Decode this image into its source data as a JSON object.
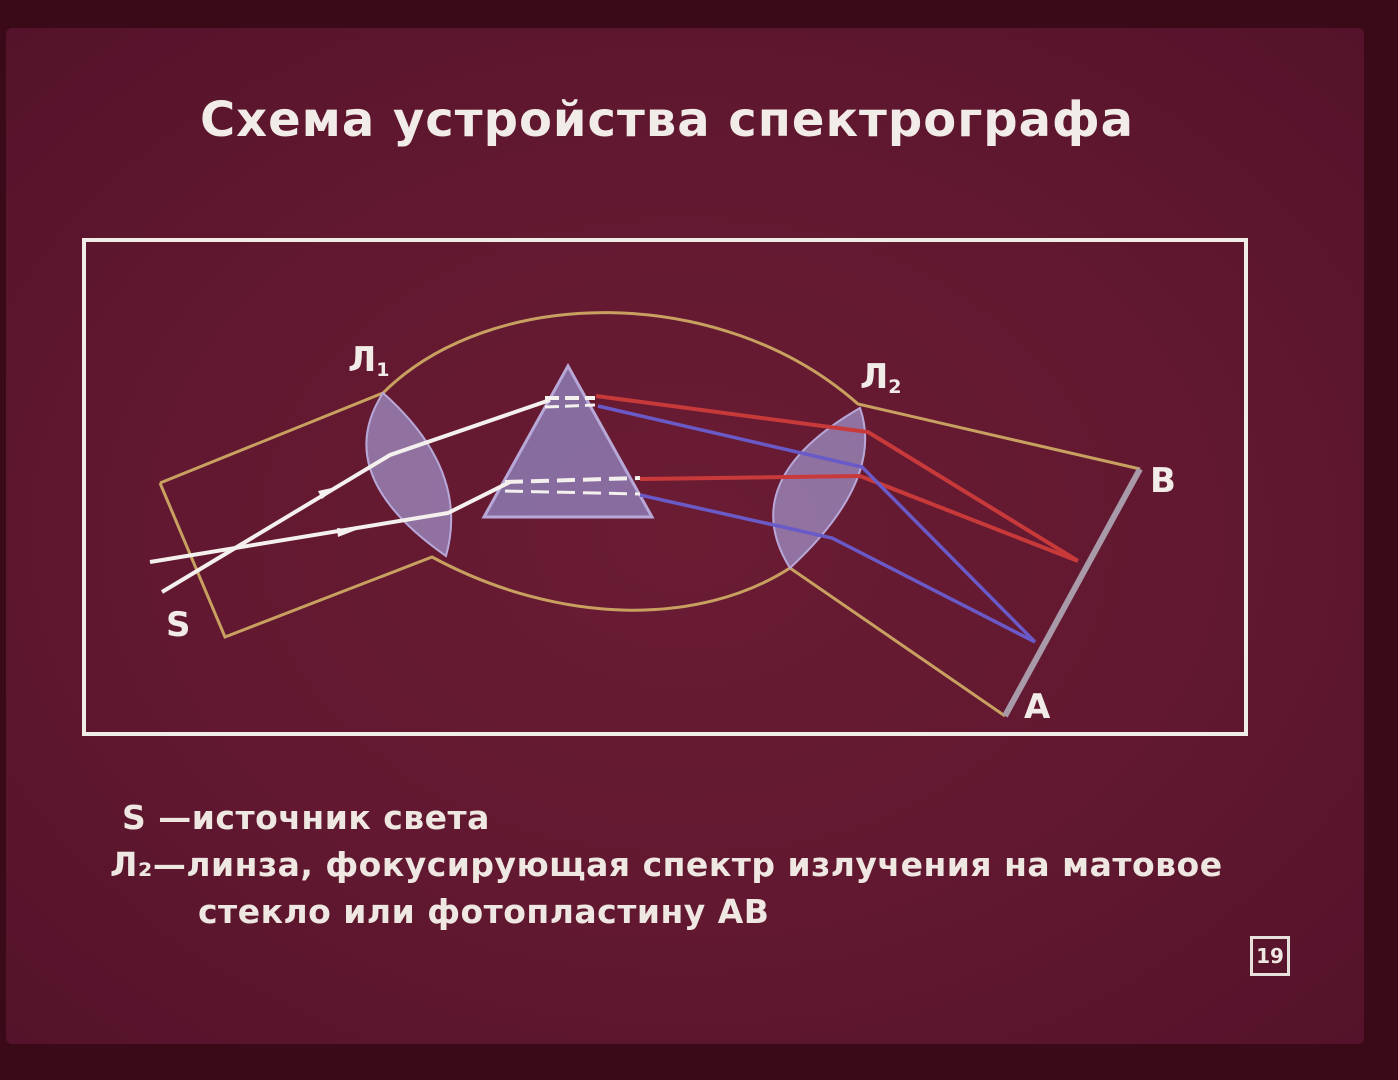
{
  "title": "Схема устройства спектрографа",
  "labels": {
    "lens1": "Л",
    "lens1_sub": "1",
    "lens2": "Л",
    "lens2_sub": "2",
    "source": "S",
    "plate_top": "B",
    "plate_bottom": "A"
  },
  "captions": {
    "source_line": "S —источник света",
    "lens2_line": "Л₂—линза, фокусирующая спектр излучения на матовое",
    "lens2_line_cont": "стекло или фотопластину АВ"
  },
  "page_number": "19",
  "colors": {
    "background": "#611830",
    "frame_line": "#f0ece8",
    "outline": "#c8a060",
    "white_ray": "#f4f0ee",
    "red_ray": "#c83a3a",
    "violet_ray": "#6a5ac8",
    "glass": "#9c8ac0",
    "plate": "#a89aa8"
  }
}
